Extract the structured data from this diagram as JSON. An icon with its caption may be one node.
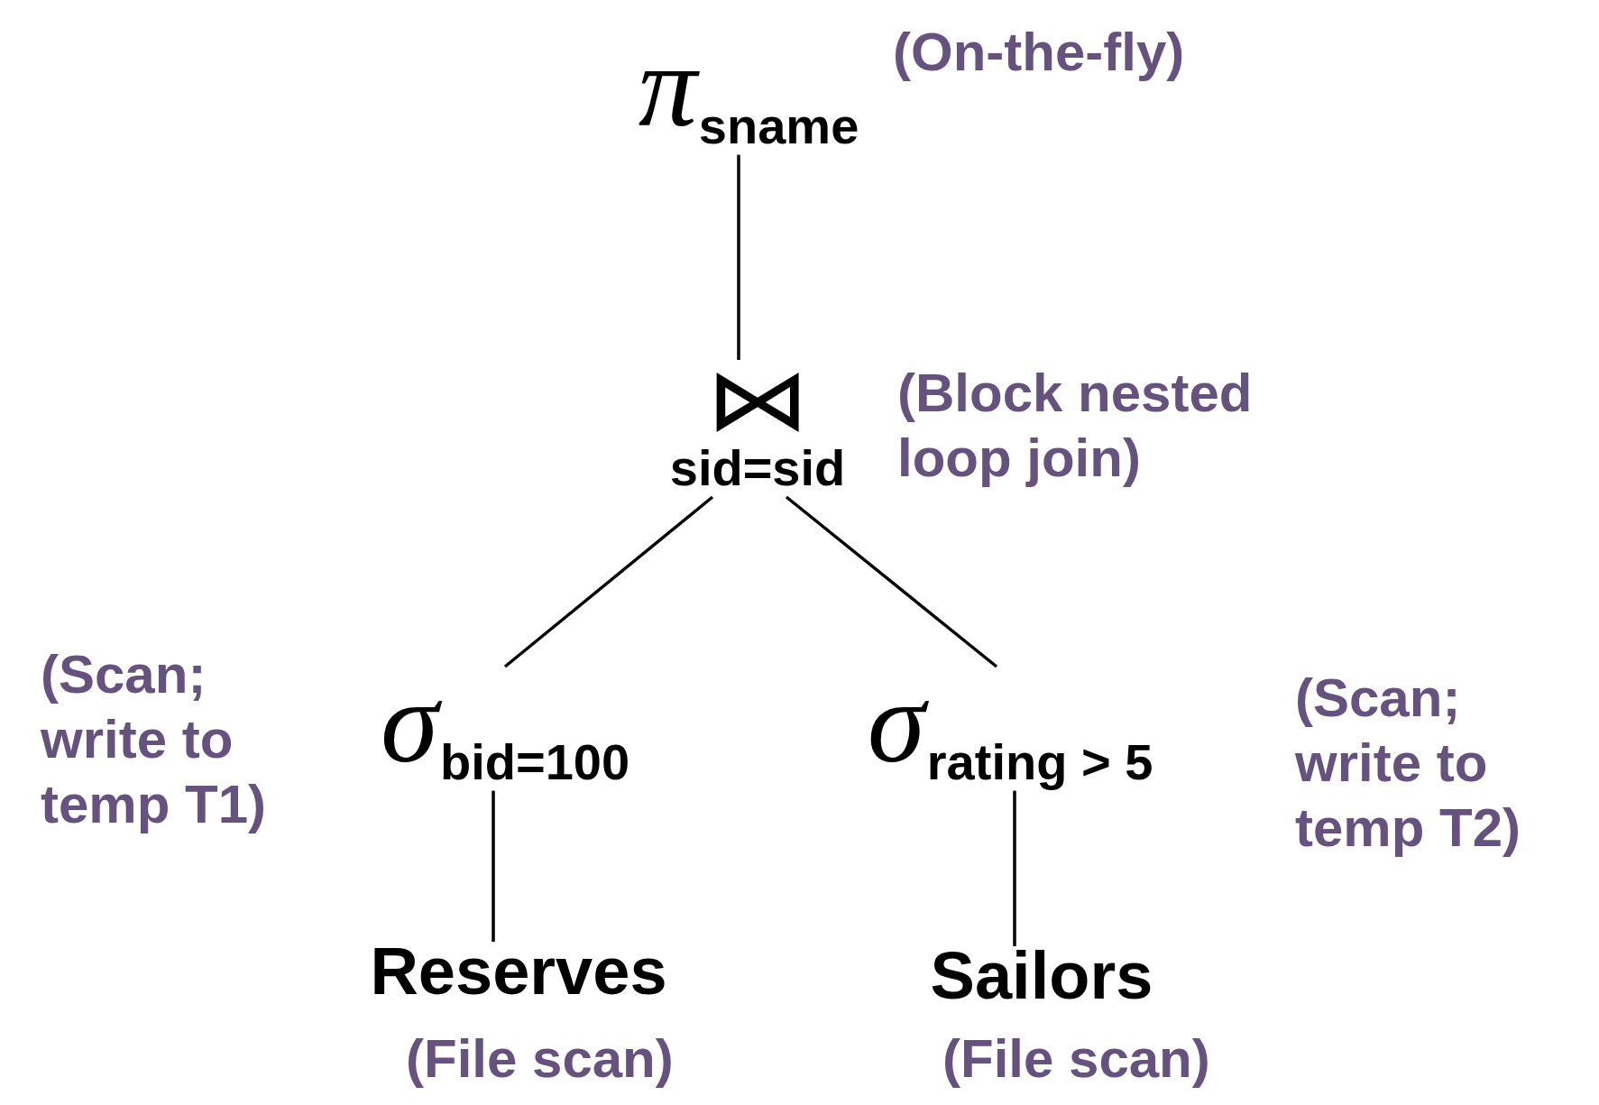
{
  "diagram": {
    "nodes": [
      {
        "text": [
          "π$_{sname}$"
        ],
        "beside": [
          "(On-the-fly)"
        ]
      },
      {
        "text": [
          "⋈",
          "sid=sid"
        ],
        "beside": [
          "(Block nested loop join)"
        ]
      },
      {
        "text": [
          "σ$_{bid=100}$"
        ],
        "beside": [
          "(Scan; write to temp T1)"
        ]
      },
      {
        "text": [
          "σ$_{rating > 5}$"
        ],
        "beside": [
          "(Scan; write to temp T2)"
        ]
      },
      {
        "text": [
          "Reserves"
        ],
        "beside": [
          "(File scan)"
        ]
      },
      {
        "text": [
          "Sailors"
        ],
        "beside": [
          "(File scan)"
        ]
      }
    ],
    "edges": [
      {
        "from": 0,
        "to": 1,
        "arrow": "none"
      },
      {
        "from": 1,
        "to": 2,
        "arrow": "none"
      },
      {
        "from": 1,
        "to": 3,
        "arrow": "none"
      },
      {
        "from": 2,
        "to": 4,
        "arrow": "none"
      },
      {
        "from": 3,
        "to": 5,
        "arrow": "none"
      }
    ]
  }
}
